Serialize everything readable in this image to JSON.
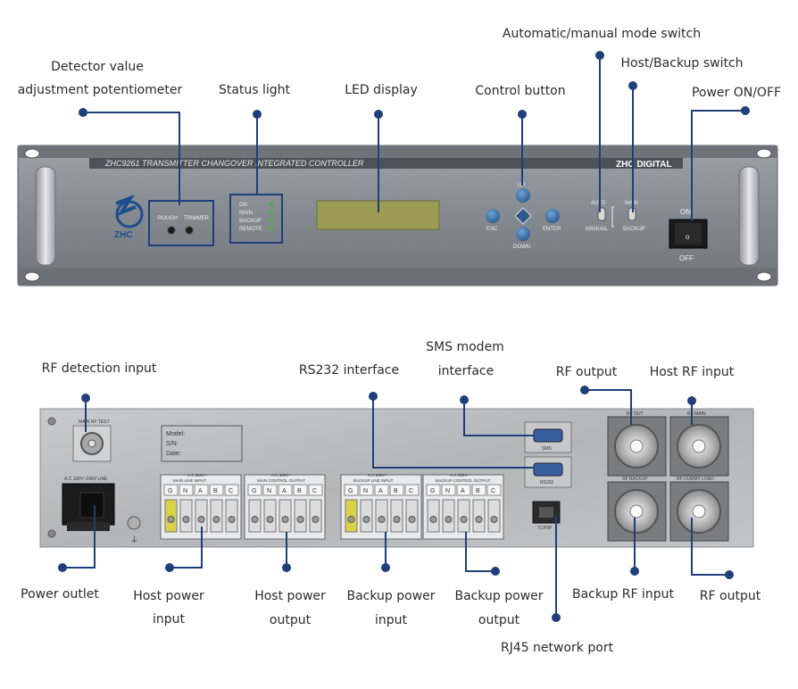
{
  "front_panel": {
    "device_title": "ZHC9261  TRANSMITTER CHANGOVER INTEGRATED CONTROLLER",
    "brand_logo": "ZHC DIGITAL",
    "logo_text": "ZHC",
    "rough_label": "ROUGH",
    "trimmer_label": "TRIMMER",
    "status_lights": [
      "ON",
      "MAIN",
      "BACKUP",
      "REMOTE"
    ],
    "button_up": "UP",
    "button_down": "DOWN",
    "button_esc": "ESC",
    "button_enter": "ENTER",
    "switch_auto": "AUTO",
    "switch_manual": "MANUAL",
    "switch_main": "MAIN",
    "switch_backup": "BACKUP",
    "power_on": "ON",
    "power_off": "OFF",
    "power_symbol": "o"
  },
  "rear_panel": {
    "rf_test_label": "MAIN RF TEST",
    "model_label": "Model:",
    "sn_label": "S/N:",
    "date_label": "Date:",
    "ac_inlet_label": "A.C.100V~240V LINE",
    "terminal_pins": [
      "G",
      "N",
      "A",
      "B",
      "C"
    ],
    "terminal_voltage": "A.C.380V~",
    "terminal_blocks": [
      "MAIN LINE INPUT",
      "MAIN CONTROL OUTPUT",
      "BACKUP LINE INPUT",
      "BACKUP CONTROL OUTPUT"
    ],
    "sms_port_label": "SMS",
    "rs232_port_label": "RS232",
    "tcp_port_label": "TCP/IP",
    "rf_out_label": "RF OUT",
    "rf_main_label": "RF MAIN",
    "rf_backup_label": "RF BACKUP",
    "rf_dummy_label": "RF DUMMY LOAD"
  },
  "callouts": {
    "detector_line1": "Detector value",
    "detector_line2": "adjustment potentiometer",
    "status_light": "Status light",
    "led_display": "LED display",
    "control_button": "Control button",
    "auto_manual": "Automatic/manual mode switch",
    "host_backup": "Host/Backup switch",
    "power_onoff": "Power ON/OFF",
    "rf_detection": "RF detection input",
    "rs232": "RS232 interface",
    "sms_line1": "SMS modem",
    "sms_line2": "interface",
    "rf_output_top": "RF output",
    "host_rf_input": "Host RF input",
    "power_outlet": "Power outlet",
    "host_power_input_line1": "Host power",
    "host_power_input_line2": "input",
    "host_power_output_line1": "Host power",
    "host_power_output_line2": "output",
    "backup_power_input_line1": "Backup power",
    "backup_power_input_line2": "input",
    "backup_power_output_line1": "Backup power",
    "backup_power_output_line2": "output",
    "backup_rf_input": "Backup RF input",
    "rf_output_bottom": "RF output",
    "rj45": "RJ45 network port"
  },
  "colors": {
    "callout_line": "#1f3f7a",
    "callout_dot": "#1f3f7a",
    "panel_front": "#8a8f95",
    "panel_rear": "#b9bcbf",
    "led_screen": "#9a9a52",
    "button_blue": "#3a6ea8",
    "status_led": "#5fa35a"
  }
}
